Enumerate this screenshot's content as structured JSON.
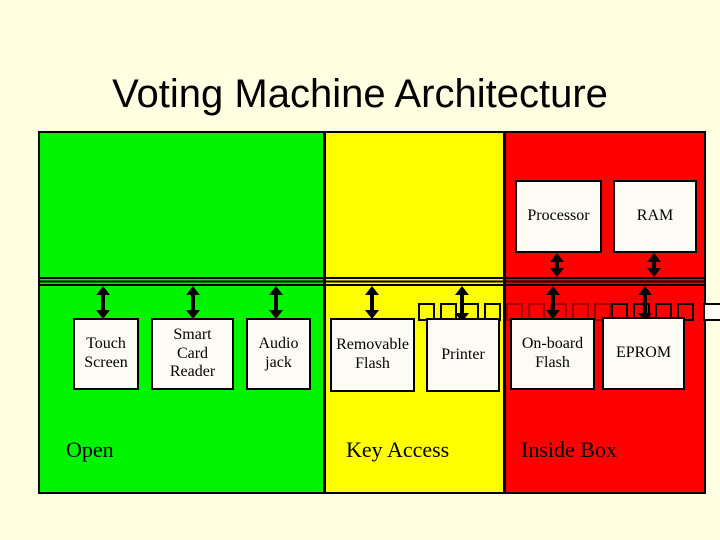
{
  "slide": {
    "title": "Voting Machine Architecture"
  },
  "zones": [
    {
      "id": "open",
      "label": "Open",
      "color": "#00f400"
    },
    {
      "id": "key",
      "label": "Key Access",
      "color": "#ffff00"
    },
    {
      "id": "inside",
      "label": "Inside Box",
      "color": "#ff0000"
    }
  ],
  "components": {
    "touch_screen": "Touch\nScreen",
    "smart_card_reader": "Smart\nCard\nReader",
    "audio_jack": "Audio\njack",
    "removable_flash": "Removable\nFlash",
    "printer": "Printer",
    "processor": "Processor",
    "ram": "RAM",
    "onboard_flash": "On-board\nFlash",
    "eprom": "EPROM"
  },
  "colors": {
    "background": "#ffffe1",
    "zone_open": "#00f400",
    "zone_key_access": "#ffff00",
    "zone_inside_box": "#ff0000",
    "component_fill": "#fcfcf4",
    "line": "#000000",
    "hidden_square_outline": "#a30000"
  }
}
